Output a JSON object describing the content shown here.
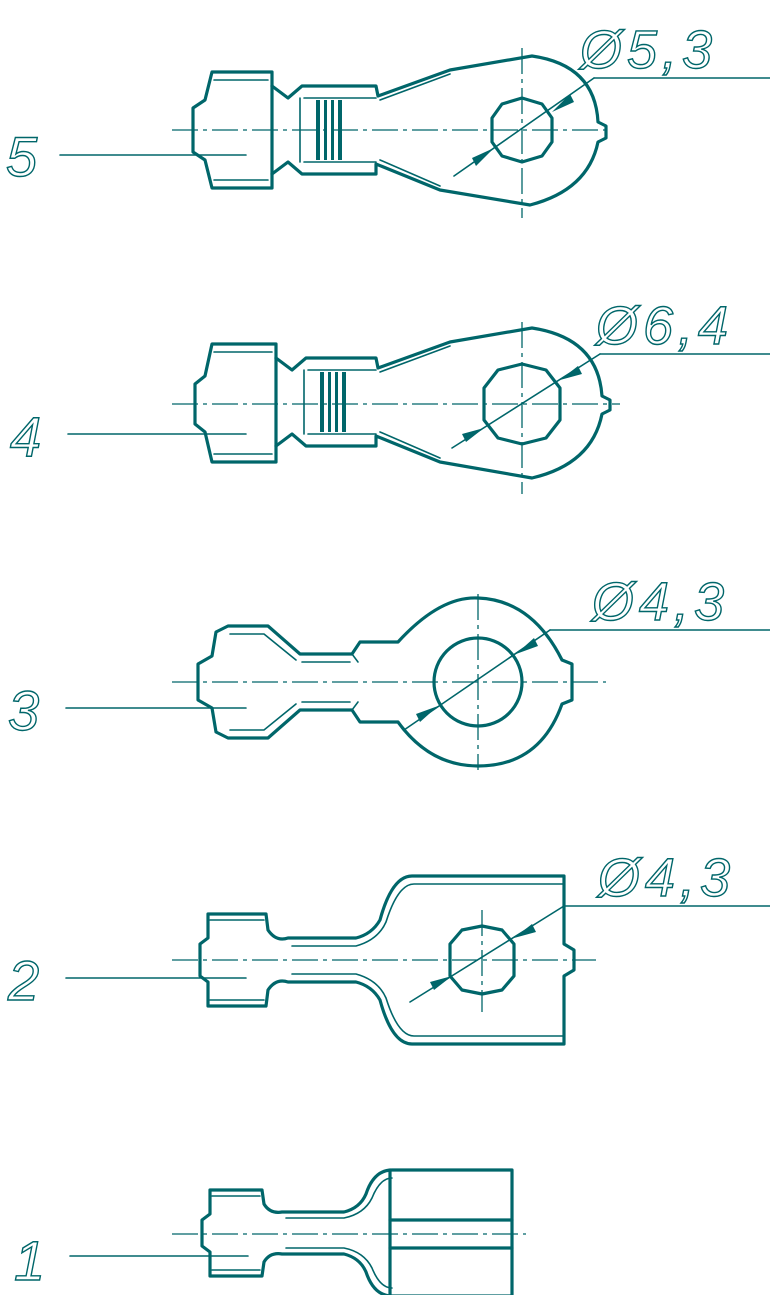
{
  "stroke_color": "#00666a",
  "background_color": "#ffffff",
  "items": [
    {
      "number": "5",
      "hole_diameter": "Ø5,3"
    },
    {
      "number": "4",
      "hole_diameter": "Ø6,4"
    },
    {
      "number": "3",
      "hole_diameter": "Ø4,3"
    },
    {
      "number": "2",
      "hole_diameter": "Ø4,3"
    },
    {
      "number": "1"
    }
  ]
}
